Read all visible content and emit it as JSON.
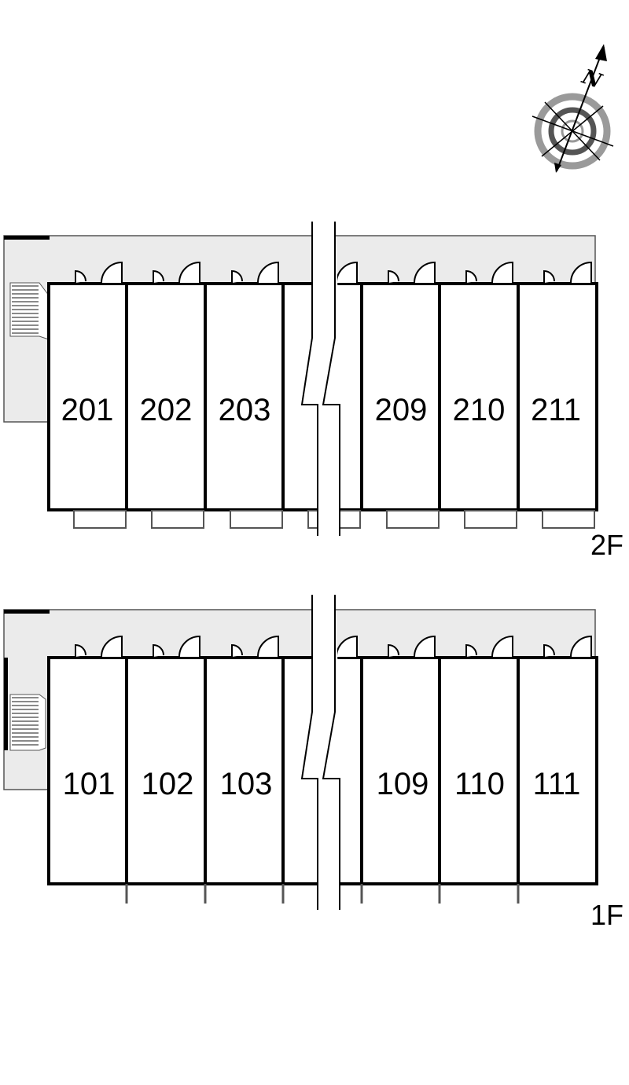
{
  "compass": {
    "north_label": "N",
    "icon": "compass-rose-icon"
  },
  "floors": [
    {
      "id": "floor-2",
      "label": "2F",
      "units_left": [
        "201",
        "202",
        "203"
      ],
      "units_right": [
        "209",
        "210",
        "211"
      ]
    },
    {
      "id": "floor-1",
      "label": "1F",
      "units_left": [
        "101",
        "102",
        "103"
      ],
      "units_right": [
        "109",
        "110",
        "111"
      ]
    }
  ],
  "colors": {
    "walkway": "#ebebeb",
    "wall": "#000000",
    "thin_line": "#666666",
    "compass_ring": "#9a9a9a"
  }
}
